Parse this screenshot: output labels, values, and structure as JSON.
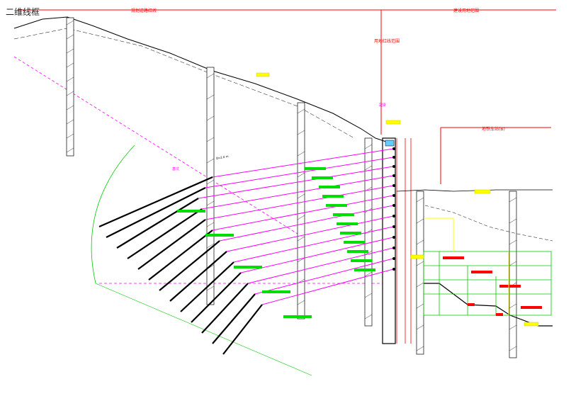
{
  "view_title": "二维线框",
  "colors": {
    "ground": "#000000",
    "property_line": "#ff0000",
    "cable": "#ff00ff",
    "anchor_bar": "#000000",
    "callout": "#00cc00",
    "pile": "#000000",
    "yellow_note": "#ffff00",
    "slope_arc": "#00cc00"
  },
  "labels": {
    "left_property": "规划道路红线",
    "right_property": "建设用地范围",
    "mid_property": "用地红线范围",
    "right_span": "地铁车站(B)",
    "pile_cap": "冠梁",
    "zone_mark": "基坑",
    "slope_len": "Q=2.0 m"
  },
  "piles": [
    "stake-1",
    "stake-2",
    "stake-3",
    "stake-4",
    "stake-5",
    "stake-6"
  ],
  "anchors": [
    "anchor-1",
    "anchor-2",
    "anchor-3",
    "anchor-4",
    "anchor-5",
    "anchor-6",
    "anchor-7",
    "anchor-8",
    "anchor-9",
    "anchor-10",
    "anchor-11",
    "anchor-12",
    "anchor-13"
  ]
}
